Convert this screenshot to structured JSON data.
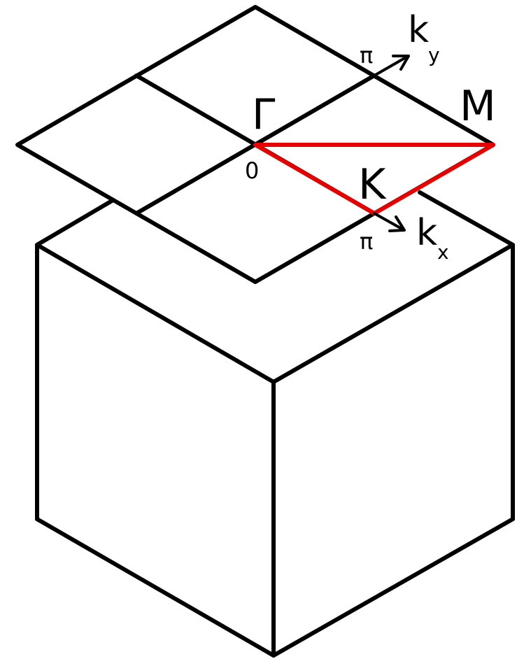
{
  "labels": {
    "gamma": "Γ",
    "m_point": "M",
    "k_point": "K",
    "origin": "0",
    "ky_main": "k",
    "ky_sub": "y",
    "kx_main": "k",
    "kx_sub": "x",
    "pi_ky": "π",
    "pi_kx": "π"
  },
  "colors": {
    "line": "#000000",
    "path": "#e60000",
    "text": "#000000",
    "background": "#ffffff"
  }
}
